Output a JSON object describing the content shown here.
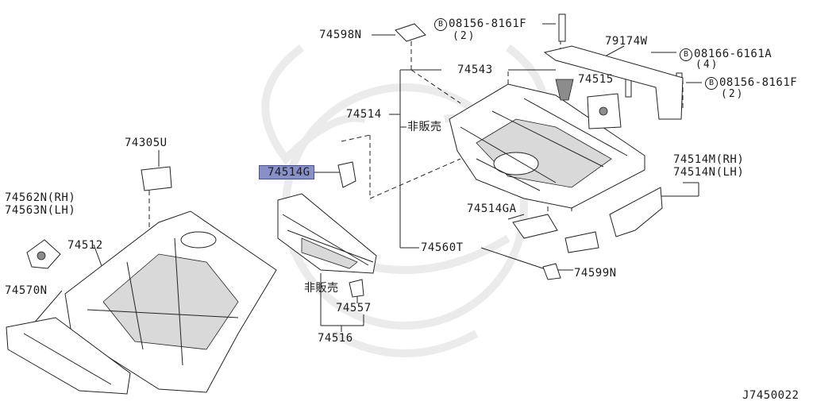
{
  "diagram": {
    "reference_code": "J7450022",
    "highlight_color": "#8890c8",
    "labels": {
      "p74598N": "74598N",
      "bolt1_part": "08156-8161F",
      "bolt1_prefix": "B",
      "bolt1_qty": "(2)",
      "p79174W": "79174W",
      "bolt2_part": "08166-6161A",
      "bolt2_prefix": "B",
      "bolt2_qty": "(4)",
      "bolt3_part": "08156-8161F",
      "bolt3_prefix": "B",
      "bolt3_qty": "(2)",
      "p74543": "74543",
      "p74515": "74515",
      "p74514": "74514",
      "not_for_sale_1": "非販売",
      "p74305U": "74305U",
      "p74514G": "74514G",
      "p74514M": "74514M(RH)",
      "p74514N": "74514N(LH)",
      "p74562N": "74562N(RH)",
      "p74563N": "74563N(LH)",
      "p74512": "74512",
      "p74514GA": "74514GA",
      "p74560T": "74560T",
      "p74599N": "74599N",
      "p74570N": "74570N",
      "not_for_sale_2": "非販売",
      "p74557": "74557",
      "p74516": "74516"
    }
  }
}
